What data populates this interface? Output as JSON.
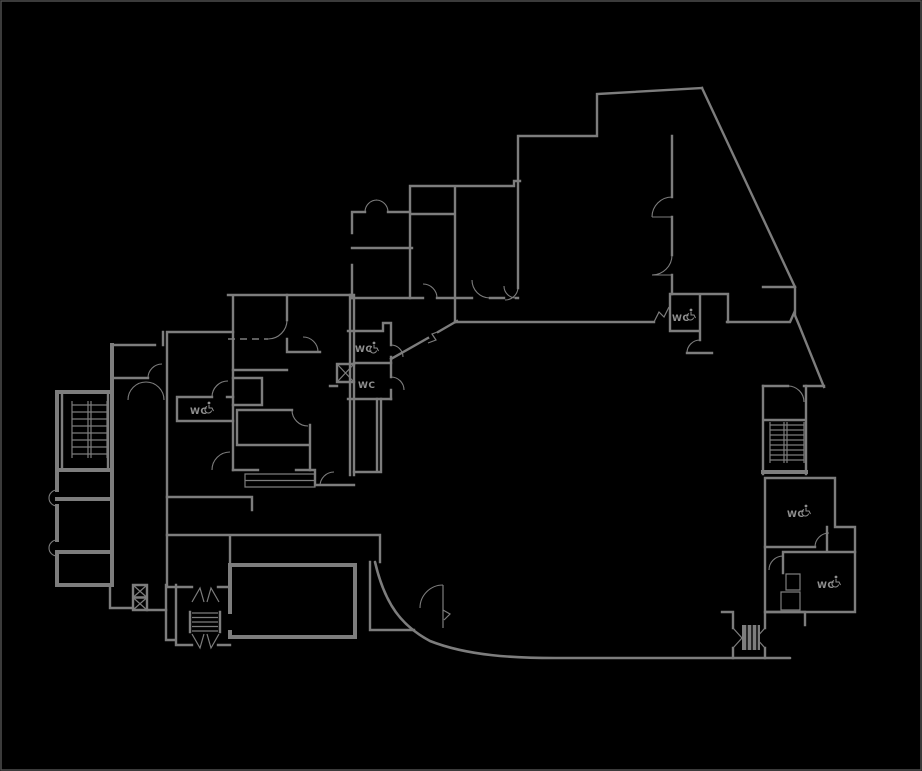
{
  "colors": {
    "background": "#000000",
    "wall": "#7d7d7d",
    "label": "#909090",
    "border": "#4f4f4f"
  },
  "labels": {
    "wc_center_accessible": "WC",
    "wc_center": "WC",
    "wc_left": "WC",
    "wc_top_right": "WC",
    "wc_right_upper": "WC",
    "wc_right_lower": "WC"
  },
  "symbols": [
    "wheelchair-icon",
    "stair-treads",
    "elevator-shaft-x",
    "door-swing-arc",
    "double-door-triangles",
    "hatched-entrance-block",
    "dashed-wall"
  ]
}
